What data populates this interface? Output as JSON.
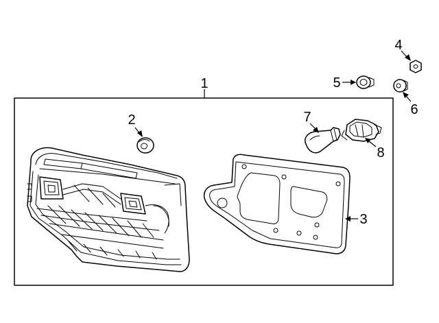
{
  "diagram": {
    "callouts": [
      {
        "id": "1",
        "label": "1"
      },
      {
        "id": "2",
        "label": "2"
      },
      {
        "id": "3",
        "label": "3"
      },
      {
        "id": "4",
        "label": "4"
      },
      {
        "id": "5",
        "label": "5"
      },
      {
        "id": "6",
        "label": "6"
      },
      {
        "id": "7",
        "label": "7"
      },
      {
        "id": "8",
        "label": "8"
      }
    ],
    "colors": {
      "line": "#000000",
      "background": "#ffffff"
    }
  }
}
